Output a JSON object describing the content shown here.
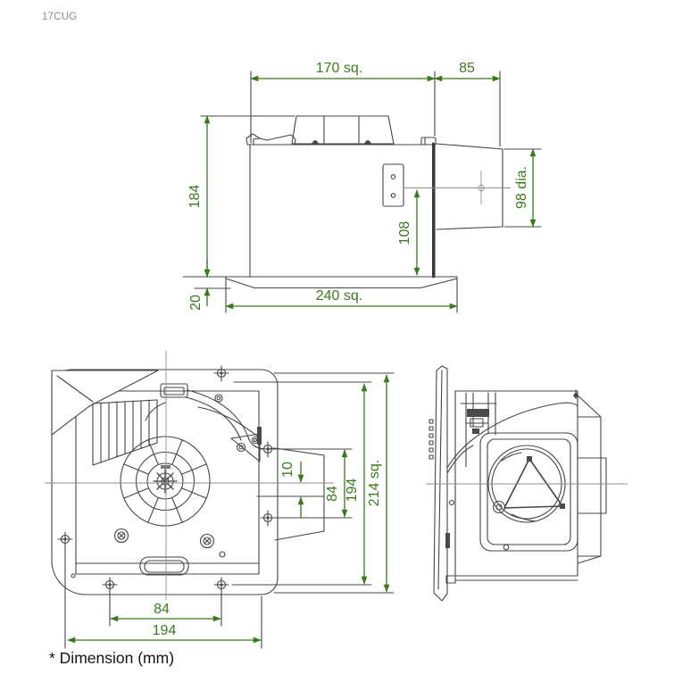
{
  "meta": {
    "model_code": "17CUG",
    "footnote": "* Dimension (mm)"
  },
  "colors": {
    "dimension_green": "#3a7a1e",
    "line_art": "#454545",
    "centerline_gray": "#8f8f8f",
    "model_code_gray": "#8d8d8d",
    "background": "#ffffff"
  },
  "top_view": {
    "label": "side-elevation-with-duct",
    "dims": {
      "body_width": "170 sq.",
      "duct_length": "85",
      "body_height": "184",
      "duct_diameter": "98 dia.",
      "duct_center_to_flange": "108",
      "flange_thickness": "20",
      "flange_width": "240 sq."
    }
  },
  "front_view": {
    "label": "bottom-plan-view",
    "dims": {
      "duct_offset": "10",
      "outlet_height": "84",
      "mount_spacing_vertical": "194",
      "housing_size": "214 sq.",
      "screw_spacing_horizontal": "84",
      "mount_spacing_horizontal": "194"
    }
  },
  "side_view": {
    "label": "right-side-elevation"
  }
}
